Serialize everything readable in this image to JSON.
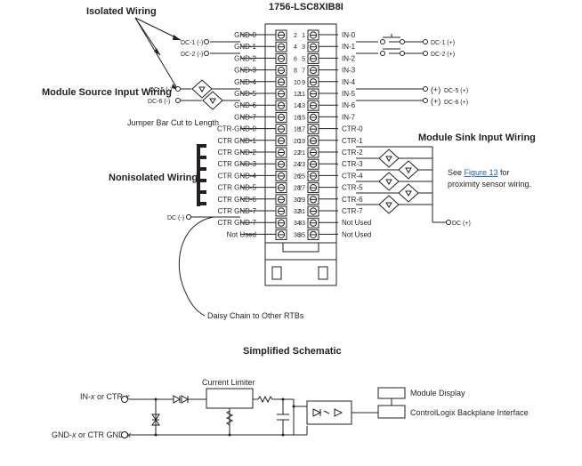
{
  "module_title": "1756-LSC8XIB8I",
  "labels": {
    "isolated_wiring": "Isolated Wiring",
    "module_source": "Module Source Input Wiring",
    "jumper_bar": "Jumper Bar Cut to Length",
    "nonisolated_wiring": "Nonisolated Wiring",
    "module_sink": "Module Sink Input Wiring",
    "see_prefix": "See ",
    "see_link": "Figure 13",
    "see_suffix": " for",
    "see_line2": "proximity sensor wiring.",
    "daisy_chain": "Daisy Chain to Other RTBs",
    "simplified_schematic": "Simplified Schematic",
    "current_limiter": "Current Limiter",
    "in_ctr_prefix": "IN-",
    "in_ctr_mid": " or CTR-",
    "gnd_prefix": "GND-",
    "gnd_mid": " or CTR GND-",
    "var_x": "x",
    "module_display": "Module Display",
    "backplane": "ControlLogix Backplane Interface"
  },
  "left_terminals": [
    "GND-0",
    "GND-1",
    "GND-2",
    "GND-3",
    "GND-4",
    "GND-5",
    "GND-6",
    "GND-7",
    "CTR-GND-0",
    "CTR GND-1",
    "CTR GND-2",
    "CTR GND-3",
    "CTR GND-4",
    "CTR GND-5",
    "CTR GND-6",
    "CTR GND-7",
    "CTR GND-7",
    "Not Used"
  ],
  "right_terminals": [
    "IN-0",
    "IN-1",
    "IN-2",
    "IN-3",
    "IN-4",
    "IN-5",
    "IN-6",
    "IN-7",
    "CTR-0",
    "CTR-1",
    "CTR-2",
    "CTR-3",
    "CTR-4",
    "CTR-5",
    "CTR-6",
    "CTR-7",
    "Not Used",
    "Not Used"
  ],
  "left_pins": [
    "2",
    "4",
    "6",
    "8",
    "10",
    "12",
    "14",
    "16",
    "18",
    "20",
    "22",
    "24",
    "26",
    "28",
    "30",
    "32",
    "34",
    "36"
  ],
  "right_pins": [
    "1",
    "3",
    "5",
    "7",
    "9",
    "11",
    "13",
    "15",
    "17",
    "19",
    "21",
    "23",
    "25",
    "27",
    "29",
    "31",
    "33",
    "35"
  ],
  "left_wires": {
    "dc1_minus": "DC-1 (-)",
    "dc2_minus": "DC-2 (-)",
    "dc5_minus": "DC-5 (-)",
    "dc6_minus": "DC-6 (-)",
    "dc_minus": "DC (-)"
  },
  "right_wires": {
    "dc1_plus": "DC-1 (+)",
    "dc2_plus": "DC-2 (+)",
    "dc5_plus": "DC-5 (+)",
    "dc6_plus": "DC-6 (+)",
    "dc_plus": "DC (+)",
    "plus_sign": "(+)"
  }
}
